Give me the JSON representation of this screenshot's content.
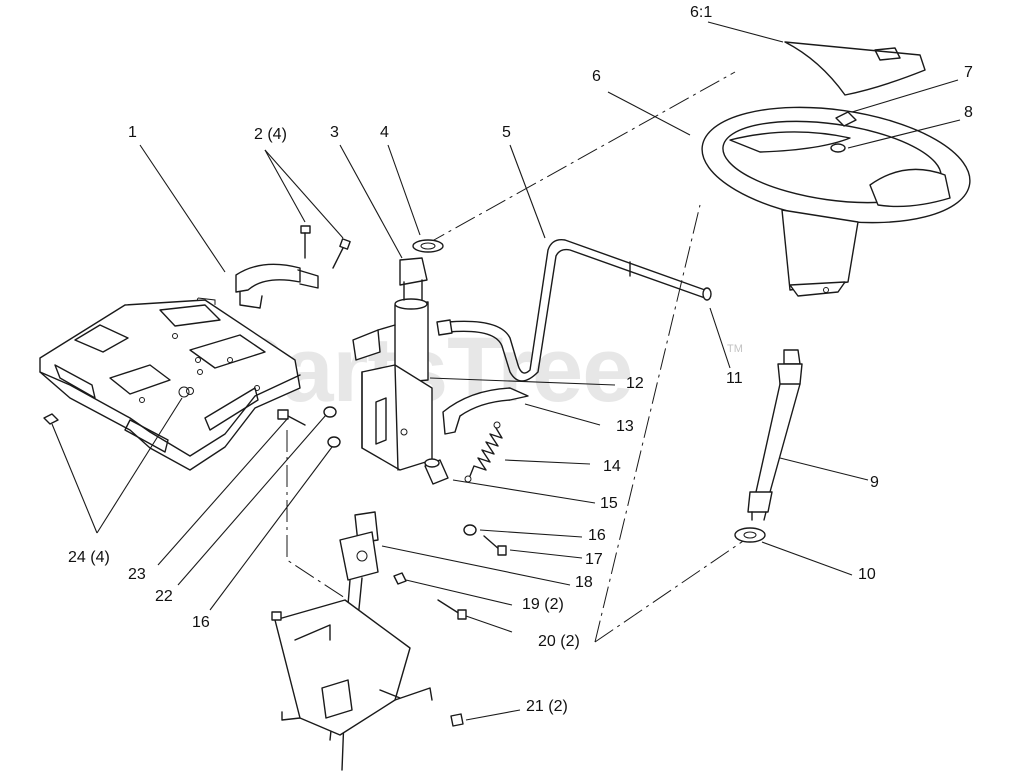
{
  "watermark": {
    "text": "PartsTree",
    "tm": "TM"
  },
  "callouts": [
    {
      "id": "1",
      "text": "1"
    },
    {
      "id": "2",
      "text": "2 (4)"
    },
    {
      "id": "3",
      "text": "3"
    },
    {
      "id": "4",
      "text": "4"
    },
    {
      "id": "5",
      "text": "5"
    },
    {
      "id": "6",
      "text": "6"
    },
    {
      "id": "6-1",
      "text": "6:1"
    },
    {
      "id": "7",
      "text": "7"
    },
    {
      "id": "8",
      "text": "8"
    },
    {
      "id": "9",
      "text": "9"
    },
    {
      "id": "10",
      "text": "10"
    },
    {
      "id": "11",
      "text": "11"
    },
    {
      "id": "12",
      "text": "12"
    },
    {
      "id": "13",
      "text": "13"
    },
    {
      "id": "14",
      "text": "14"
    },
    {
      "id": "15",
      "text": "15"
    },
    {
      "id": "16a",
      "text": "16"
    },
    {
      "id": "16b",
      "text": "16"
    },
    {
      "id": "17",
      "text": "17"
    },
    {
      "id": "18",
      "text": "18"
    },
    {
      "id": "19",
      "text": "19 (2)"
    },
    {
      "id": "20",
      "text": "20 (2)"
    },
    {
      "id": "21",
      "text": "21 (2)"
    },
    {
      "id": "22",
      "text": "22"
    },
    {
      "id": "23",
      "text": "23"
    },
    {
      "id": "24",
      "text": "24 (4)"
    }
  ]
}
